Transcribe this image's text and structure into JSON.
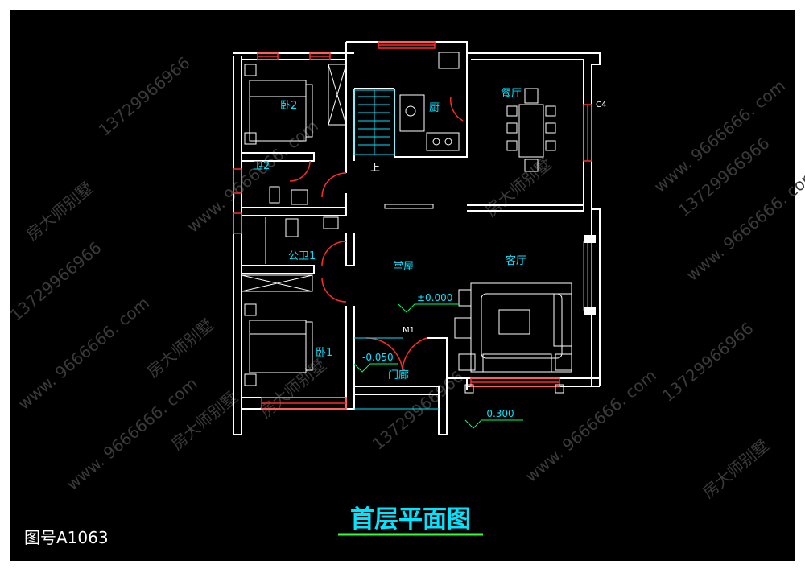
{
  "title": "首层平面图",
  "drawing_number": "图号A1063",
  "rooms": {
    "bedroom2": "卧2",
    "bathroom2": "卫2",
    "kitchen": "厨",
    "dining": "餐厅",
    "public_bath": "公卫1",
    "hall": "堂屋",
    "living": "客厅",
    "bedroom1": "卧1",
    "porch": "门廊"
  },
  "labels": {
    "window_c4": "C4",
    "door_m1": "M1",
    "stair_up": "上",
    "level_hall": "±0.000",
    "level_porch": "-0.050",
    "level_outdoor": "-0.300"
  },
  "watermarks": {
    "brand": "房大师别墅",
    "phone": "13729966966",
    "site": "www. 9666666. com"
  },
  "colors": {
    "background": "#000000",
    "wall": "#ffffff",
    "window": "#ff2a2a",
    "text": "#00e5ff",
    "title": "#00e5ff",
    "title_underline": "#33ff33",
    "furniture": "#ffffff"
  }
}
